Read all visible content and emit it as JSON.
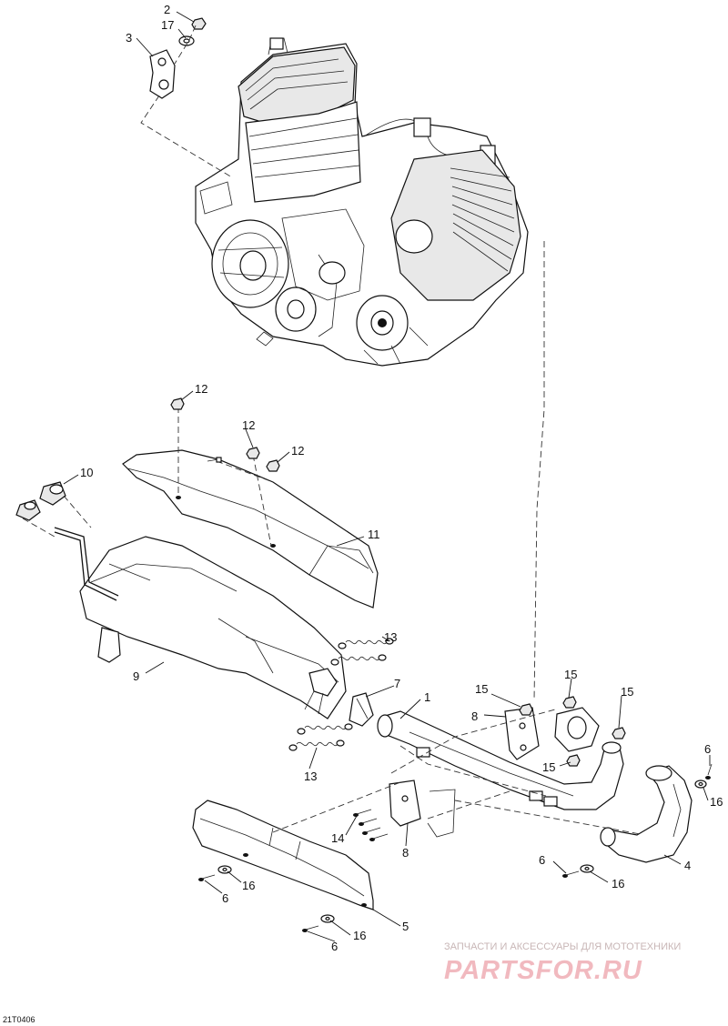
{
  "diagram": {
    "doc_id": "21T0406",
    "callouts": [
      {
        "id": "c2",
        "text": "2"
      },
      {
        "id": "c17",
        "text": "17"
      },
      {
        "id": "c3",
        "text": "3"
      },
      {
        "id": "c12a",
        "text": "12"
      },
      {
        "id": "c12b",
        "text": "12"
      },
      {
        "id": "c12c",
        "text": "12"
      },
      {
        "id": "c10",
        "text": "10"
      },
      {
        "id": "c11",
        "text": "11"
      },
      {
        "id": "c9",
        "text": "9"
      },
      {
        "id": "c13a",
        "text": "13"
      },
      {
        "id": "c13b",
        "text": "13"
      },
      {
        "id": "c7",
        "text": "7"
      },
      {
        "id": "c1",
        "text": "1"
      },
      {
        "id": "c15a",
        "text": "15"
      },
      {
        "id": "c15b",
        "text": "15"
      },
      {
        "id": "c15c",
        "text": "15"
      },
      {
        "id": "c15d",
        "text": "15"
      },
      {
        "id": "c8a",
        "text": "8"
      },
      {
        "id": "c8b",
        "text": "8"
      },
      {
        "id": "c14",
        "text": "14"
      },
      {
        "id": "c6a",
        "text": "6"
      },
      {
        "id": "c6b",
        "text": "6"
      },
      {
        "id": "c6c",
        "text": "6"
      },
      {
        "id": "c6d",
        "text": "6"
      },
      {
        "id": "c16a",
        "text": "16"
      },
      {
        "id": "c16b",
        "text": "16"
      },
      {
        "id": "c16c",
        "text": "16"
      },
      {
        "id": "c16d",
        "text": "16"
      },
      {
        "id": "c4",
        "text": "4"
      },
      {
        "id": "c5",
        "text": "5"
      }
    ]
  },
  "watermark": {
    "tagline": "ЗАПЧАСТИ И АКСЕССУАРЫ ДЛЯ МОТОТЕХНИКИ",
    "brand": "PARTSFOR.RU"
  }
}
